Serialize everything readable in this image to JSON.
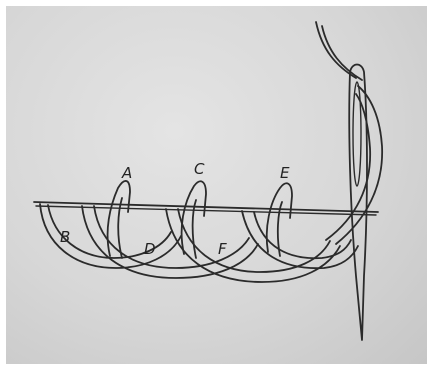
{
  "diagram": {
    "labels": {
      "A": "A",
      "B": "B",
      "C": "C",
      "D": "D",
      "E": "E",
      "F": "F"
    },
    "colors": {
      "ink": "#2b2b2b",
      "paper": "#d9d9d9"
    }
  }
}
